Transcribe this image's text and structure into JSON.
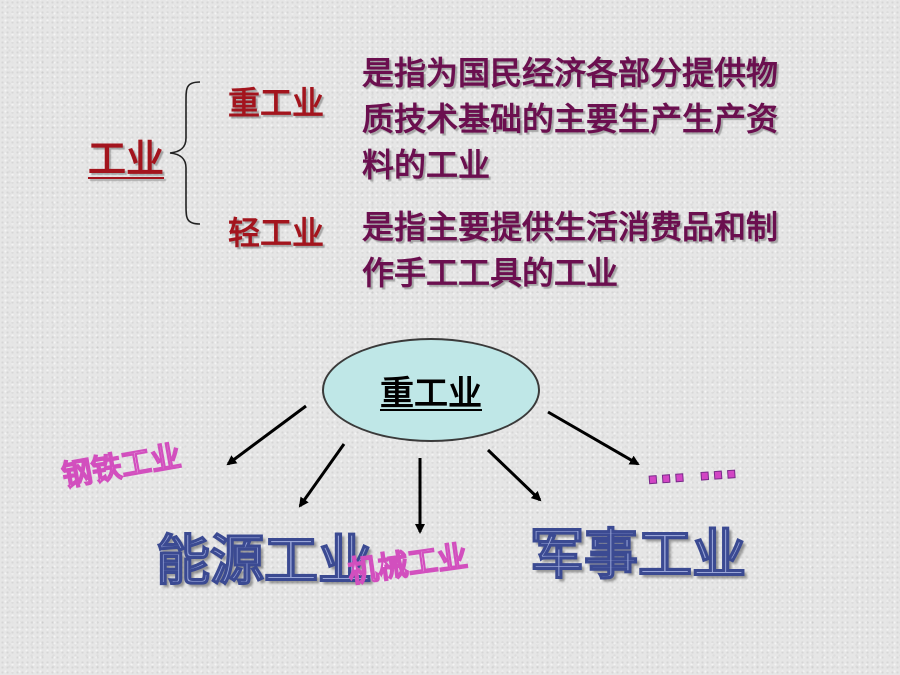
{
  "colors": {
    "term_red": "#a3141d",
    "def_purple": "#6b0f4f",
    "ellipse_fill": "#bfe7e7",
    "pink_outline": "#d24fbe",
    "blue_fill": "#9aa6d8"
  },
  "classification": {
    "root": "工业",
    "heavy": {
      "term": "重工业",
      "definition": "是指为国民经济各部分提供物质技术基础的主要生产生产资料的工业"
    },
    "light": {
      "term": "轻工业",
      "definition": "是指主要提供生活消费品和制作手工工具的工业"
    }
  },
  "diagram": {
    "center": "重工业",
    "branches": {
      "steel": "钢铁工业",
      "energy": "能源工业",
      "machinery": "机械工业",
      "military": "军事工业",
      "more": "……"
    }
  }
}
